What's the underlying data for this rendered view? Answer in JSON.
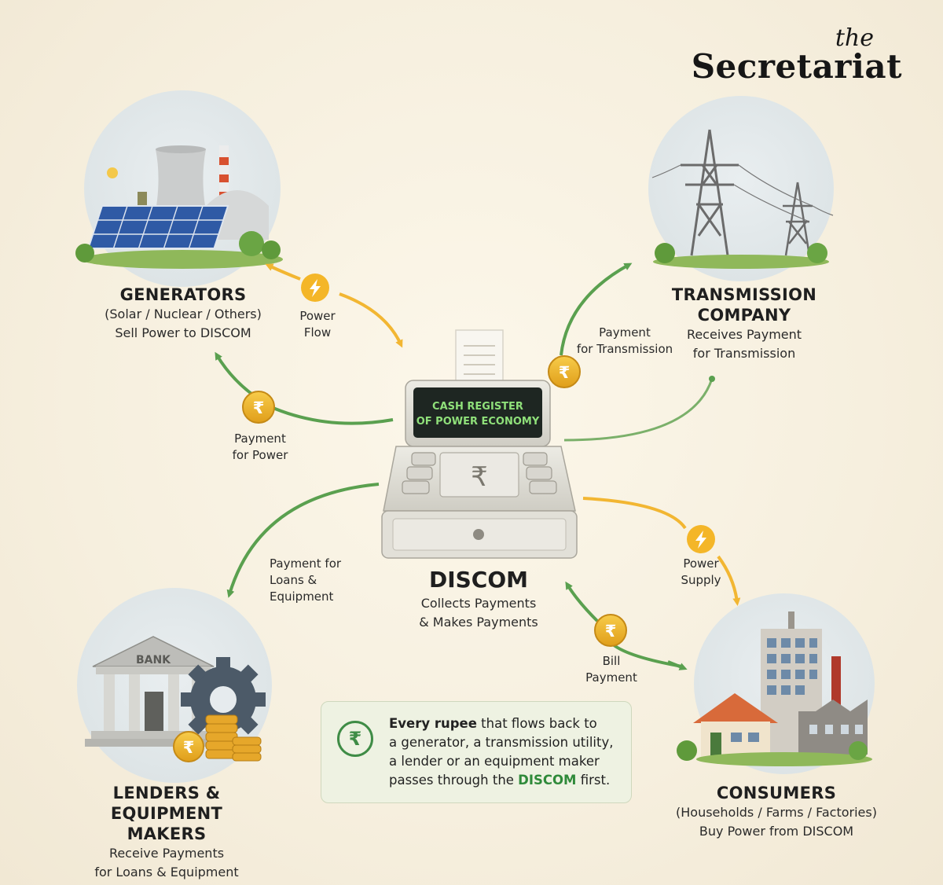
{
  "brand": {
    "the": "the",
    "name": "Secretariat"
  },
  "generators": {
    "title": "GENERATORS",
    "line1": "(Solar / Nuclear / Others)",
    "line2": "Sell Power to DISCOM"
  },
  "transmission": {
    "title1": "TRANSMISSION",
    "title2": "COMPANY",
    "line1": "Receives Payment",
    "line2": "for Transmission"
  },
  "lenders": {
    "title1": "LENDERS &",
    "title2": "EQUIPMENT MAKERS",
    "line1": "Receive Payments",
    "line2": "for Loans & Equipment"
  },
  "consumers": {
    "title": "CONSUMERS",
    "line1": "(Households / Farms / Factories)",
    "line2": "Buy Power from DISCOM"
  },
  "discom": {
    "title": "DISCOM",
    "line1": "Collects Payments",
    "line2": "& Makes Payments",
    "screen1": "CASH REGISTER",
    "screen2": "OF POWER ECONOMY",
    "rupee": "₹"
  },
  "bank_sign": "BANK",
  "flows": {
    "power_flow": [
      "Power",
      "Flow"
    ],
    "payment_power": [
      "Payment",
      "for Power"
    ],
    "payment_transmission": [
      "Payment",
      "for Transmission"
    ],
    "payment_loans": [
      "Payment for",
      "Loans &",
      "Equipment"
    ],
    "power_supply": [
      "Power",
      "Supply"
    ],
    "bill_payment": [
      "Bill",
      "Payment"
    ]
  },
  "note": {
    "p1_bold": "Every rupee",
    "p1_rest": " that flows back to",
    "p2": "a generator, a transmission utility,",
    "p3": "a lender or an equipment maker",
    "p4_a": "passes through the ",
    "p4_green": "DISCOM",
    "p4_b": " first.",
    "icon": "₹"
  },
  "colors": {
    "power_arrow": "#f2b632",
    "payment_arrow": "#5aa04f",
    "accent_green": "#2f8a3a",
    "coin": "#f0b429"
  }
}
